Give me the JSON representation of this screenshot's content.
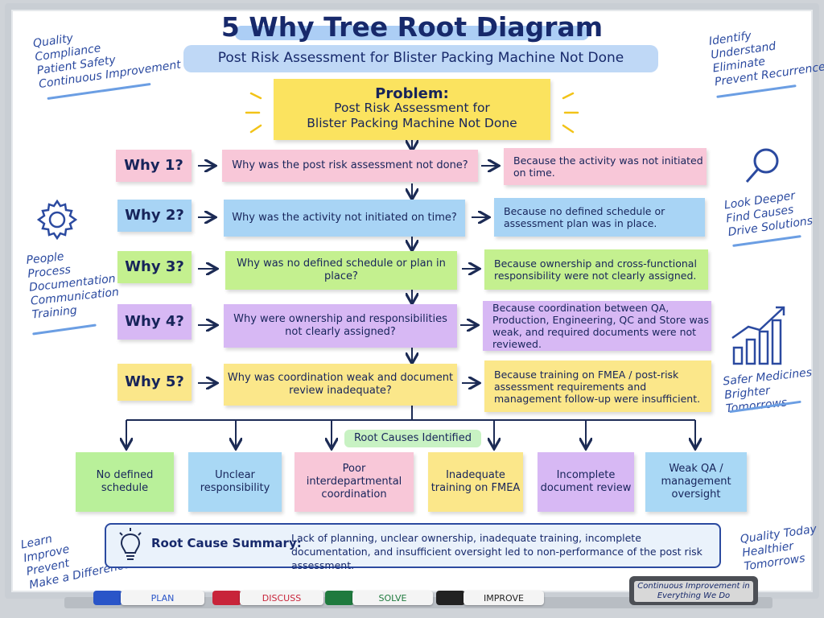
{
  "title": "5 Why Tree Root Diagram",
  "subtitle": "Post Risk Assessment for Blister Packing Machine Not Done",
  "problem": {
    "label": "Problem:",
    "line1": "Post Risk Assessment for",
    "line2": "Blister Packing Machine Not Done"
  },
  "side_notes": {
    "top_left": [
      "Quality",
      "Compliance",
      "Patient Safety",
      "Continuous Improvement"
    ],
    "top_right": [
      "Identify",
      "Understand",
      "Eliminate",
      "Prevent Recurrence"
    ],
    "mid_left": [
      "People",
      "Process",
      "Documentation",
      "Communication",
      "Training"
    ],
    "mid_right": [
      "Look Deeper",
      "Find Causes",
      "Drive Solutions"
    ],
    "lower_right": [
      "Safer Medicines",
      "Brighter Tomorrows"
    ],
    "bottom_left": [
      "Learn",
      "Improve",
      "Prevent",
      "Make a Difference"
    ],
    "bottom_right": [
      "Quality Today",
      "Healthier",
      "Tomorrows"
    ]
  },
  "whys": [
    {
      "label": "Why 1?",
      "question": "Why was the post risk assessment not done?",
      "answer": "Because the activity was not initiated on time."
    },
    {
      "label": "Why 2?",
      "question": "Why was the activity not initiated on time?",
      "answer": "Because no defined schedule or assessment plan was in place."
    },
    {
      "label": "Why 3?",
      "question": "Why was no defined schedule or plan in place?",
      "answer": "Because ownership and cross-functional responsibility were not clearly assigned."
    },
    {
      "label": "Why 4?",
      "question": "Why were ownership and responsibilities not clearly assigned?",
      "answer": "Because coordination between QA, Production, Engineering, QC and Store was weak, and required documents were not reviewed."
    },
    {
      "label": "Why 5?",
      "question": "Why was coordination weak and document review inadequate?",
      "answer": "Because training on FMEA / post-risk assessment requirements and management follow-up were insufficient."
    }
  ],
  "root_causes_label": "Root Causes Identified",
  "root_causes": [
    "No defined schedule",
    "Unclear responsibility",
    "Poor interdepartmental coordination",
    "Inadequate training on FMEA",
    "Incomplete document review",
    "Weak QA / management oversight"
  ],
  "summary": {
    "title": "Root Cause Summary:",
    "text": "Lack of planning, unclear ownership, inadequate training, incomplete documentation, and insufficient oversight led to non-performance of the post risk assessment."
  },
  "markers": [
    "PLAN",
    "DISCUSS",
    "SOLVE",
    "IMPROVE"
  ],
  "eraser_text": "Continuous Improvement in Everything We Do",
  "colors": {
    "ink": "#17296b",
    "pink": "#f8c7d8",
    "blue": "#a8d4f5",
    "green": "#c4f08f",
    "purple": "#d7b8f4",
    "yellow": "#fbe78a"
  }
}
